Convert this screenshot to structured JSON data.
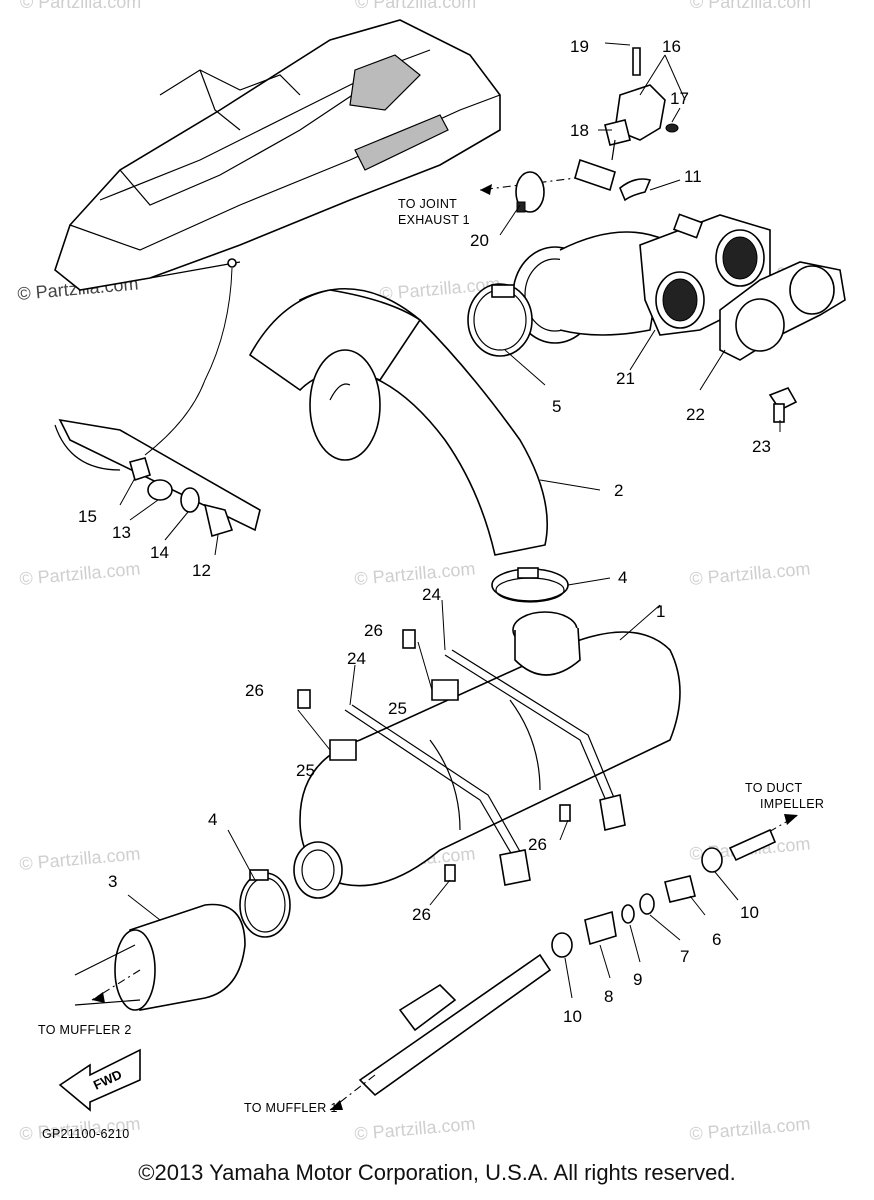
{
  "diagram_code": "GP21100-6210",
  "copyright": "©2013 Yamaha Motor Corporation, U.S.A. All rights reserved.",
  "watermark": "© Partzilla.com",
  "annotations": {
    "to_joint_exhaust_1": [
      "TO JOINT",
      "EXHAUST 1"
    ],
    "to_duct_impeller": [
      "TO DUCT",
      "IMPELLER"
    ],
    "to_muffler_2": "TO MUFFLER 2",
    "to_muffler_1": "TO MUFFLER 1",
    "fwd": "FWD"
  },
  "callouts": [
    {
      "id": "c1",
      "label": "1"
    },
    {
      "id": "c2",
      "label": "2"
    },
    {
      "id": "c3",
      "label": "3"
    },
    {
      "id": "c4a",
      "label": "4"
    },
    {
      "id": "c4b",
      "label": "4"
    },
    {
      "id": "c5",
      "label": "5"
    },
    {
      "id": "c6",
      "label": "6"
    },
    {
      "id": "c7",
      "label": "7"
    },
    {
      "id": "c8",
      "label": "8"
    },
    {
      "id": "c9",
      "label": "9"
    },
    {
      "id": "c10a",
      "label": "10"
    },
    {
      "id": "c10b",
      "label": "10"
    },
    {
      "id": "c11",
      "label": "11"
    },
    {
      "id": "c12",
      "label": "12"
    },
    {
      "id": "c13",
      "label": "13"
    },
    {
      "id": "c14",
      "label": "14"
    },
    {
      "id": "c15",
      "label": "15"
    },
    {
      "id": "c16",
      "label": "16"
    },
    {
      "id": "c17",
      "label": "17"
    },
    {
      "id": "c18",
      "label": "18"
    },
    {
      "id": "c19",
      "label": "19"
    },
    {
      "id": "c20",
      "label": "20"
    },
    {
      "id": "c21",
      "label": "21"
    },
    {
      "id": "c22",
      "label": "22"
    },
    {
      "id": "c23",
      "label": "23"
    },
    {
      "id": "c24a",
      "label": "24"
    },
    {
      "id": "c24b",
      "label": "24"
    },
    {
      "id": "c25a",
      "label": "25"
    },
    {
      "id": "c25b",
      "label": "25"
    },
    {
      "id": "c26a",
      "label": "26"
    },
    {
      "id": "c26b",
      "label": "26"
    },
    {
      "id": "c26c",
      "label": "26"
    },
    {
      "id": "c26d",
      "label": "26"
    }
  ]
}
